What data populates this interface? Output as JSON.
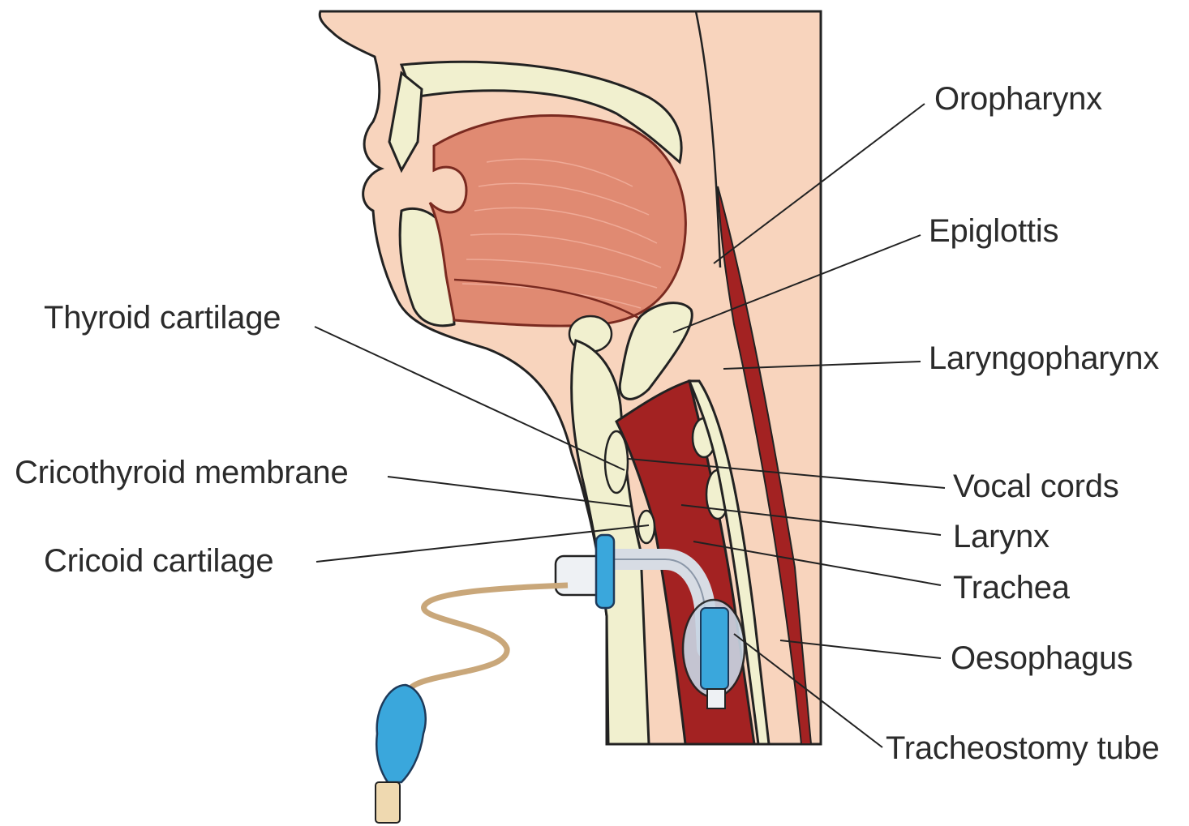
{
  "labels": {
    "oropharynx": "Oropharynx",
    "epiglottis": "Epiglottis",
    "laryngopharynx": "Laryngopharynx",
    "thyroid_cartilage": "Thyroid cartilage",
    "cricothyroid_membrane": "Cricothyroid membrane",
    "cricoid_cartilage": "Cricoid cartilage",
    "vocal_cords": "Vocal cords",
    "larynx": "Larynx",
    "trachea": "Trachea",
    "oesophagus": "Oesophagus",
    "tracheostomy_tube": "Tracheostomy tube"
  },
  "colors": {
    "skin": "#f8d4bd",
    "tongue": "#e08a72",
    "bone": "#f1f0cf",
    "airway_red": "#a32222",
    "tube_blue": "#3aa7dc"
  }
}
